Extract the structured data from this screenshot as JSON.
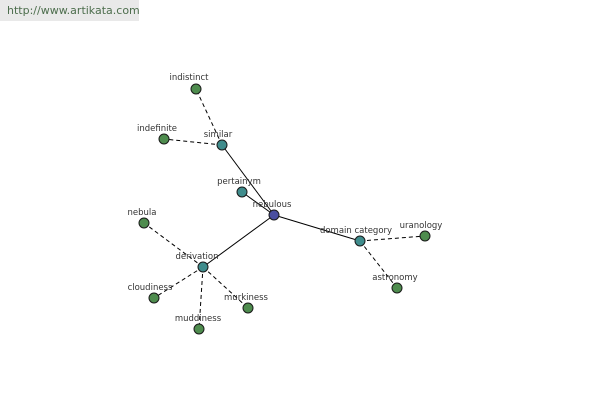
{
  "header": {
    "source_url": "http://www.artikata.com"
  },
  "colors": {
    "center": "#4a4fa0",
    "relation": "#3f8c8c",
    "leaf": "#4e8c4e"
  },
  "graph": {
    "nodes": [
      {
        "id": "nebulous",
        "label": "nebulous",
        "kind": "center"
      },
      {
        "id": "similar",
        "label": "similar",
        "kind": "relation"
      },
      {
        "id": "pertainym",
        "label": "pertainym",
        "kind": "relation"
      },
      {
        "id": "derivation",
        "label": "derivation",
        "kind": "relation"
      },
      {
        "id": "domain_category",
        "label": "domain category",
        "kind": "relation"
      },
      {
        "id": "indistinct",
        "label": "indistinct",
        "kind": "leaf"
      },
      {
        "id": "indefinite",
        "label": "indefinite",
        "kind": "leaf"
      },
      {
        "id": "nebula",
        "label": "nebula",
        "kind": "leaf"
      },
      {
        "id": "cloudiness",
        "label": "cloudiness",
        "kind": "leaf"
      },
      {
        "id": "muddiness",
        "label": "muddiness",
        "kind": "leaf"
      },
      {
        "id": "murkiness",
        "label": "murkiness",
        "kind": "leaf"
      },
      {
        "id": "uranology",
        "label": "uranology",
        "kind": "leaf"
      },
      {
        "id": "astronomy",
        "label": "astronomy",
        "kind": "leaf"
      }
    ],
    "edges": [
      {
        "from": "nebulous",
        "to": "similar",
        "style": "solid"
      },
      {
        "from": "nebulous",
        "to": "pertainym",
        "style": "solid"
      },
      {
        "from": "nebulous",
        "to": "derivation",
        "style": "solid"
      },
      {
        "from": "nebulous",
        "to": "domain_category",
        "style": "solid"
      },
      {
        "from": "similar",
        "to": "indistinct",
        "style": "dashed"
      },
      {
        "from": "similar",
        "to": "indefinite",
        "style": "dashed"
      },
      {
        "from": "derivation",
        "to": "nebula",
        "style": "dashed"
      },
      {
        "from": "derivation",
        "to": "cloudiness",
        "style": "dashed"
      },
      {
        "from": "derivation",
        "to": "muddiness",
        "style": "dashed"
      },
      {
        "from": "derivation",
        "to": "murkiness",
        "style": "dashed"
      },
      {
        "from": "domain_category",
        "to": "uranology",
        "style": "dashed"
      },
      {
        "from": "domain_category",
        "to": "astronomy",
        "style": "dashed"
      }
    ]
  }
}
